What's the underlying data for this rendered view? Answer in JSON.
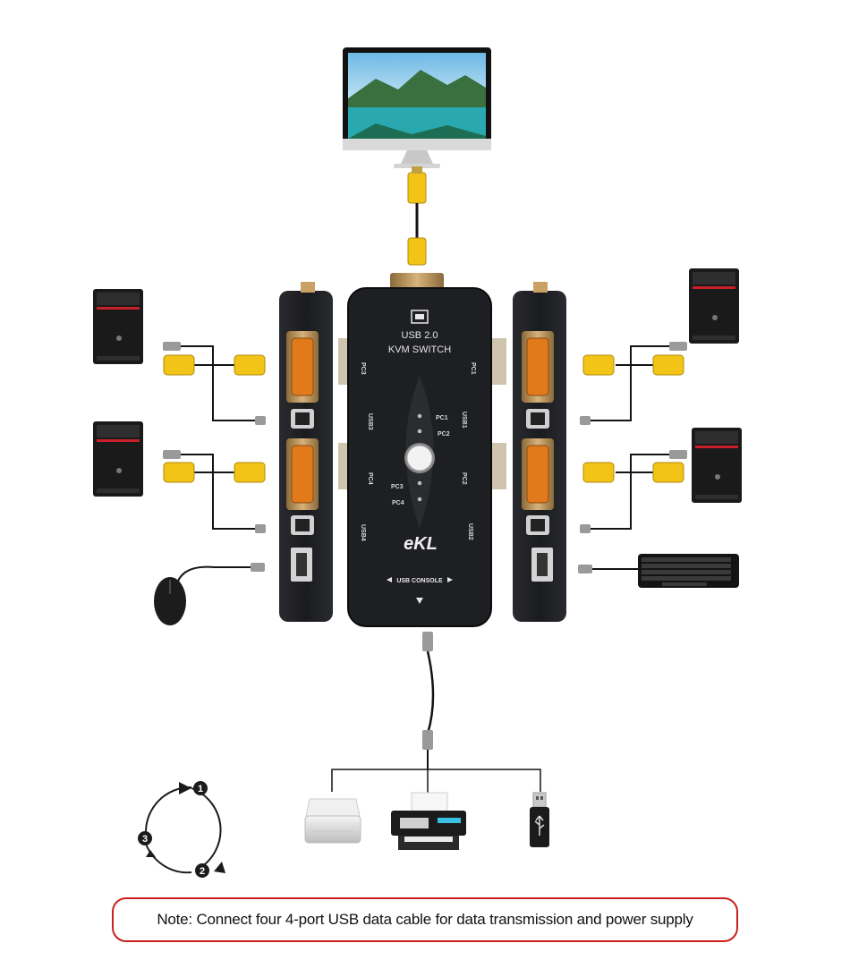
{
  "kvm": {
    "usb_version": "USB 2.0",
    "product_name": "KVM SWITCH",
    "brand_logo": "eKL",
    "console_label": "USB CONSOLE",
    "led_labels": [
      "PC1",
      "PC2",
      "PC3",
      "PC4"
    ],
    "right_side_labels": [
      "PC1",
      "USB1",
      "PC2",
      "USB2"
    ],
    "left_side_labels": [
      "PC3",
      "USB3",
      "PC4",
      "USB4"
    ]
  },
  "sequence_markers": [
    "1",
    "2",
    "3"
  ],
  "note": "Note: Connect four 4-port USB data cable for data transmission and power supply",
  "colors": {
    "vga_connector": "#f2c418",
    "switch_body": "#1c1d20",
    "note_border": "#c9201f",
    "cable": "#141414"
  },
  "icons": [
    "monitor-icon",
    "pc-tower-icon",
    "mouse-icon",
    "keyboard-icon",
    "scanner-icon",
    "printer-icon",
    "usb-flash-drive-icon"
  ]
}
